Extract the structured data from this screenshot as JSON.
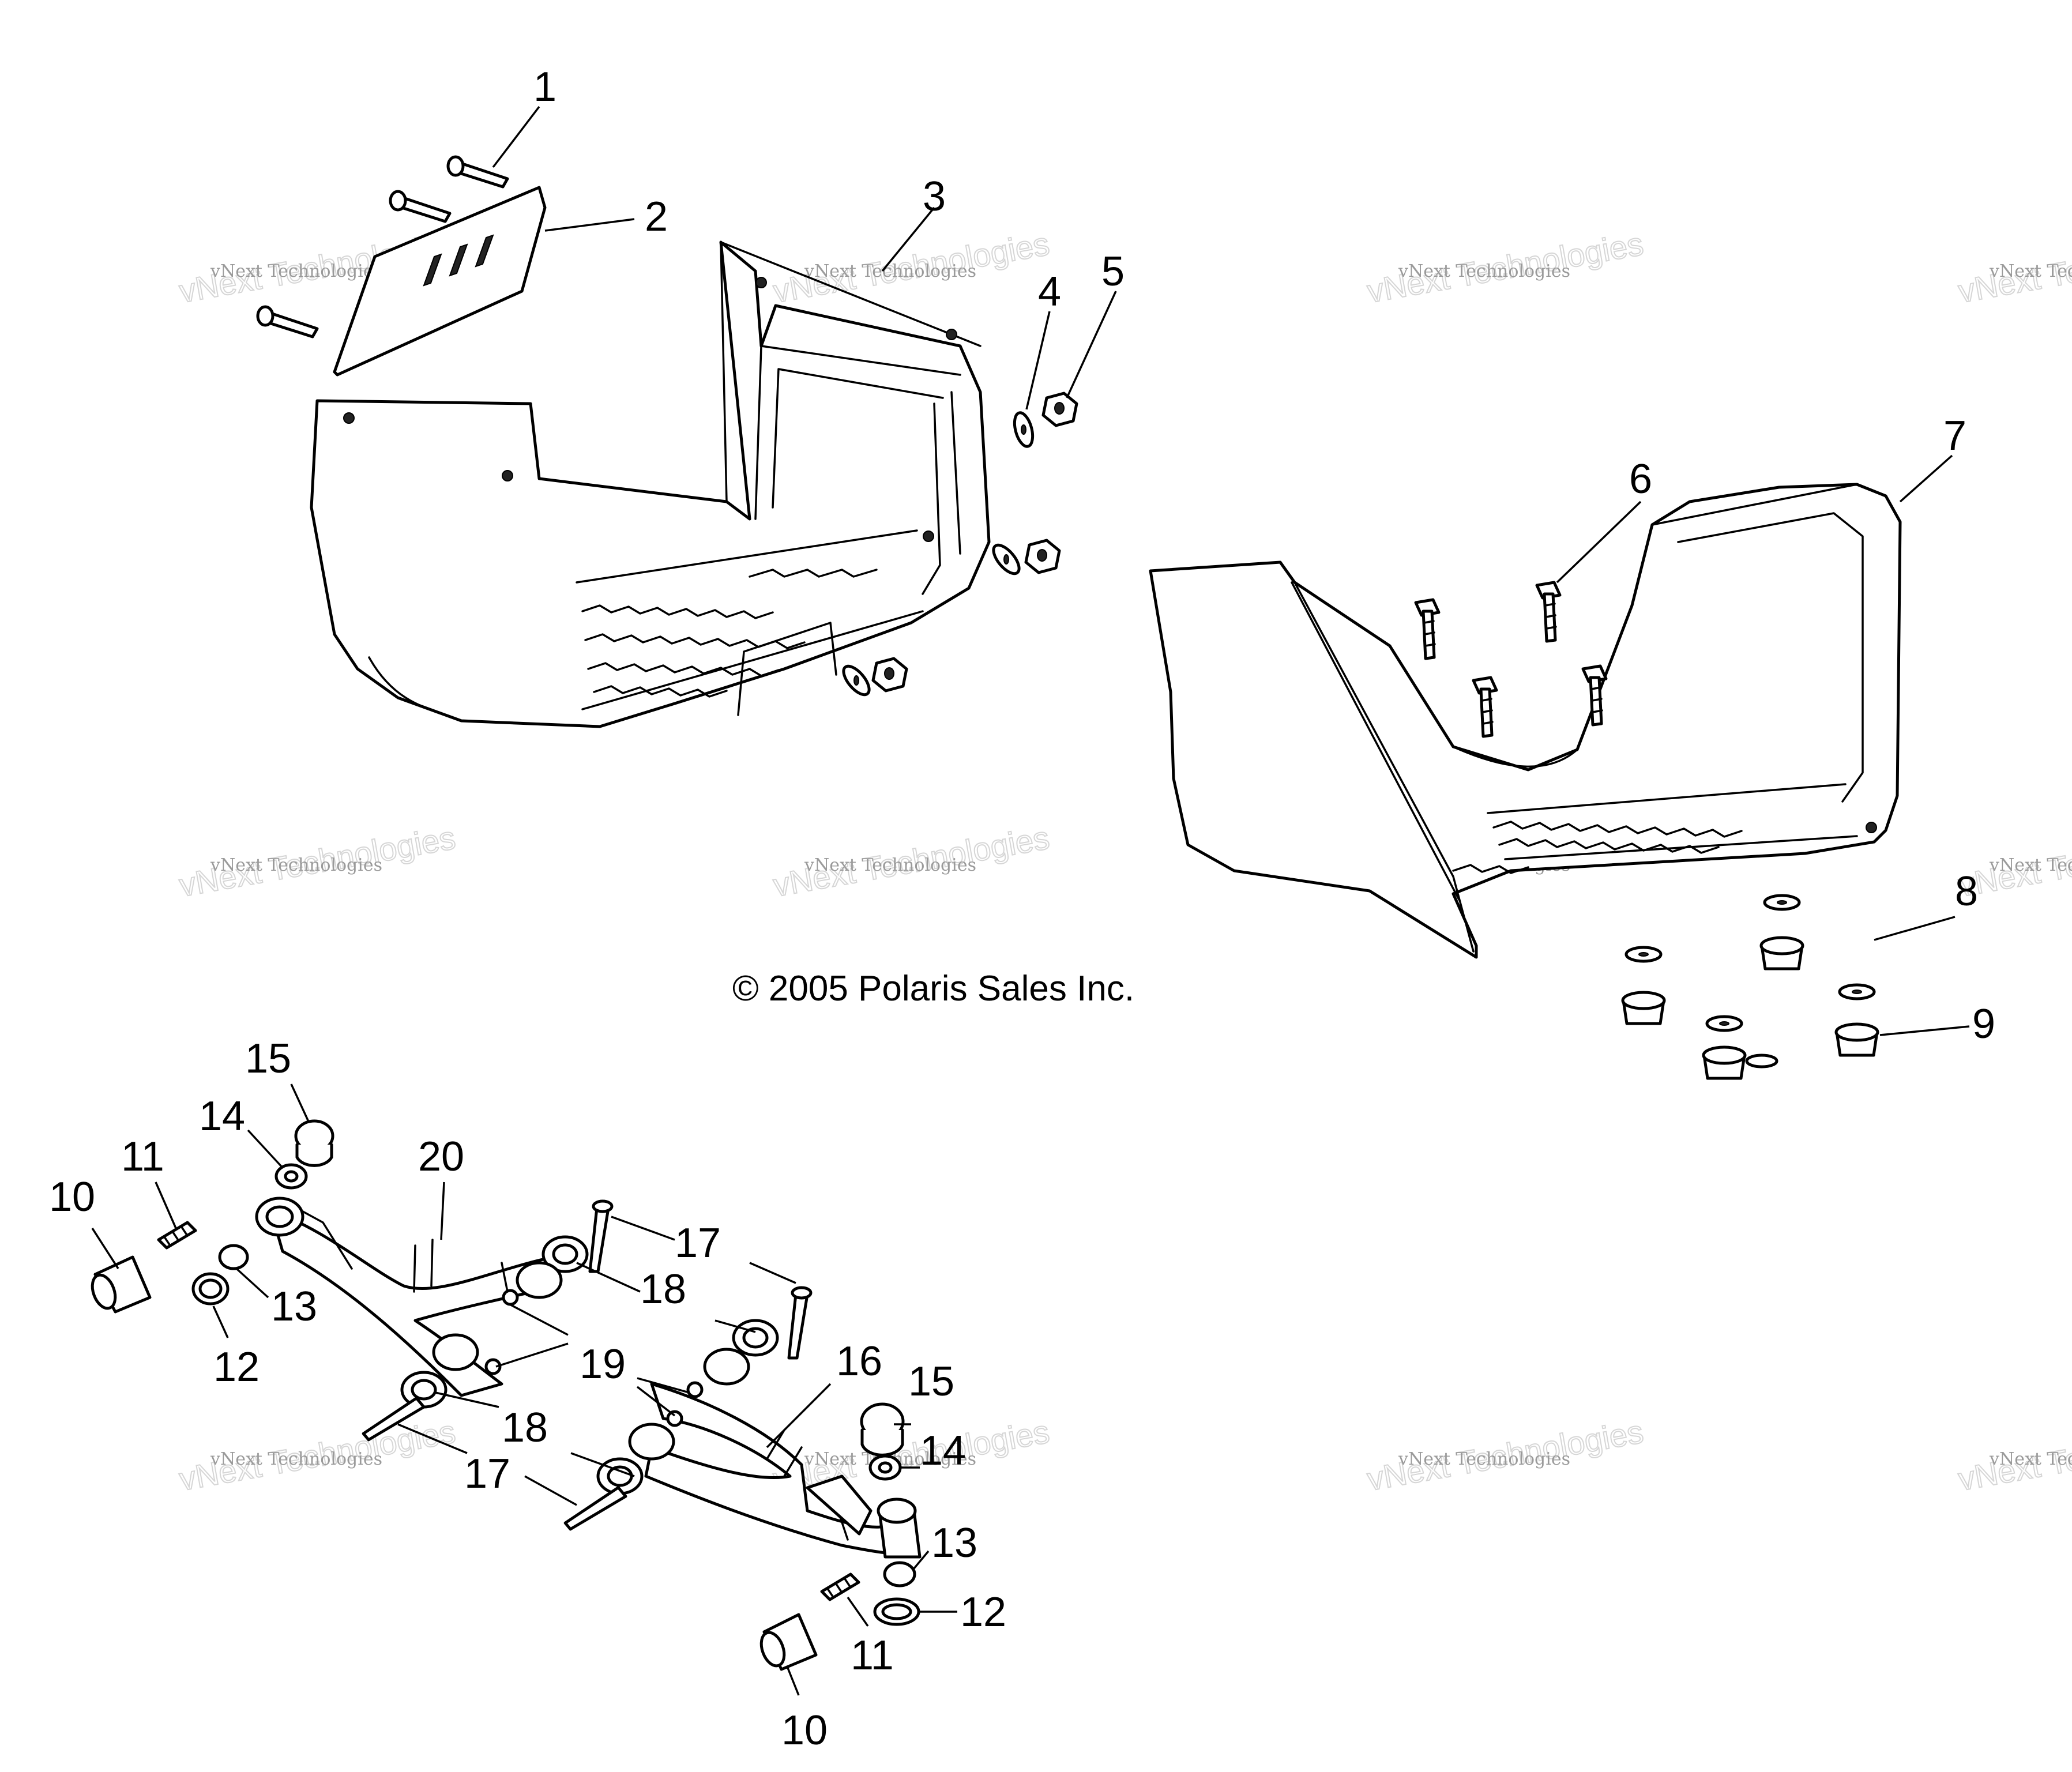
{
  "copyright": "© 2005 Polaris Sales Inc.",
  "watermark": {
    "line1": "vNext Technologies",
    "line2": "vNext Technologies"
  },
  "callouts": {
    "c1": "1",
    "c2": "2",
    "c3": "3",
    "c4": "4",
    "c5": "5",
    "c6": "6",
    "c7": "7",
    "c8": "8",
    "c9": "9",
    "c10a": "10",
    "c10b": "10",
    "c11a": "11",
    "c11b": "11",
    "c12a": "12",
    "c12b": "12",
    "c13a": "13",
    "c13b": "13",
    "c14a": "14",
    "c14b": "14",
    "c15a": "15",
    "c15b": "15",
    "c16": "16",
    "c17a": "17",
    "c17b": "17",
    "c18a": "18",
    "c18b": "18",
    "c19": "19",
    "c20": "20"
  }
}
